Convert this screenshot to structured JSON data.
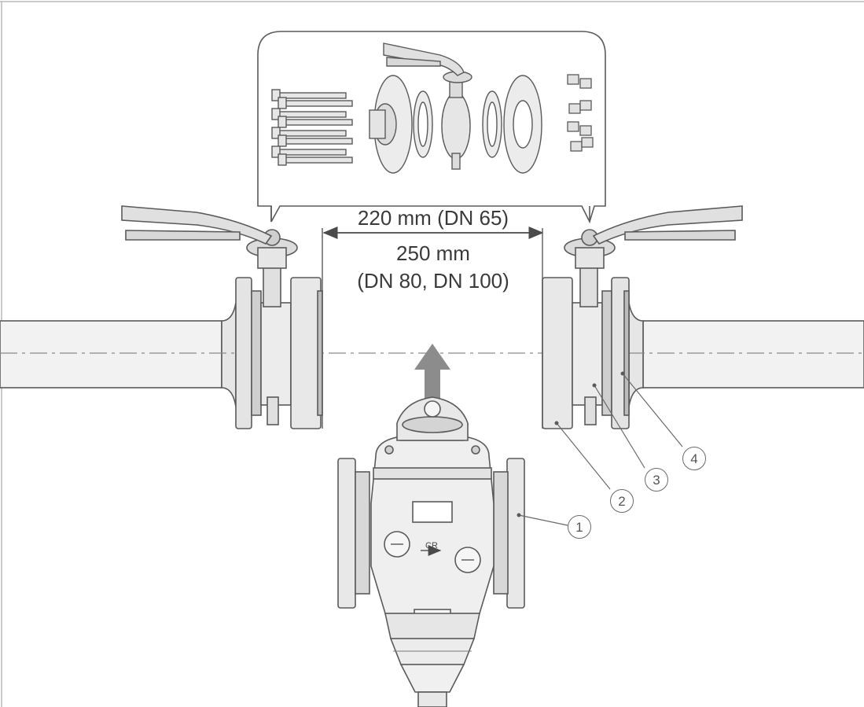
{
  "dimensions": {
    "line1": "220 mm (DN 65)",
    "line2": "250 mm",
    "line3": "(DN 80, DN 100)"
  },
  "callouts": [
    "1",
    "2",
    "3",
    "4"
  ],
  "valve_marking": "CR",
  "colors": {
    "line": "#5a5a5a",
    "fill_light": "#efefef",
    "fill_mid": "#d9d9d9",
    "fill_dark": "#9a9a9a",
    "arrow": "#8c8c8c",
    "frame": "#b8b8b8"
  }
}
